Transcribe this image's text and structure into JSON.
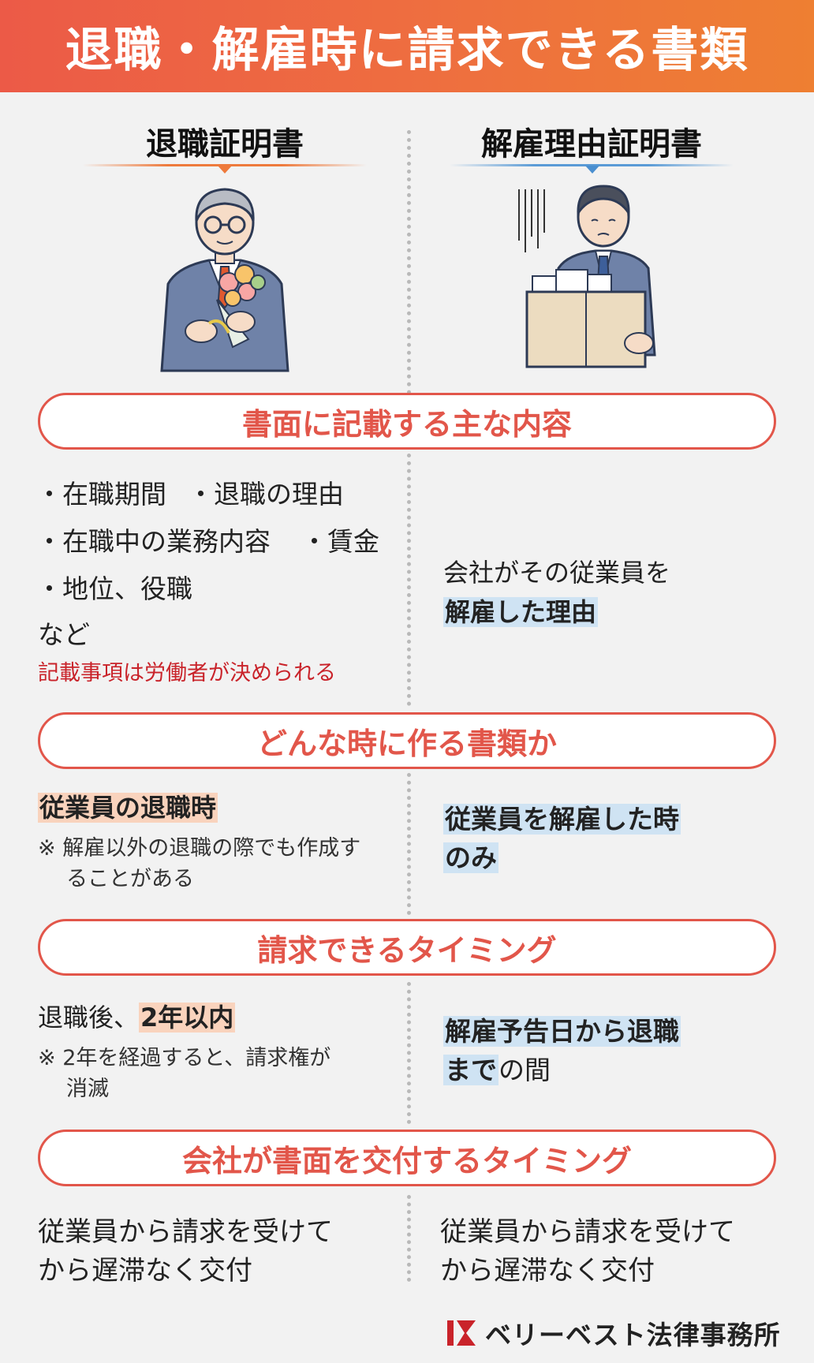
{
  "header": {
    "title": "退職・解雇時に請求できる書類"
  },
  "columns": {
    "left_title": "退職証明書",
    "right_title": "解雇理由証明書"
  },
  "sections": {
    "s1_title": "書面に記載する主な内容",
    "s2_title": "どんな時に作る書類か",
    "s3_title": "請求できるタイミング",
    "s4_title": "会社が書面を交付するタイミング"
  },
  "s1": {
    "left_bullets": [
      "・在職期間",
      "・退職の理由",
      "・在職中の業務内容",
      "・賃金",
      "・地位、役職"
    ],
    "left_etc": "など",
    "left_note": "記載事項は労働者が決められる",
    "right_line1": "会社がその従業員を",
    "right_line2_hl": "解雇した理由"
  },
  "s2": {
    "left_hl": "従業員の退職時",
    "left_note_line1": "※ 解雇以外の退職の際でも作成す",
    "left_note_line2": "ることがある",
    "right_hl_line1": "従業員を解雇した時",
    "right_hl_line2": "のみ"
  },
  "s3": {
    "left_prefix": "退職後、",
    "left_hl": "2年以内",
    "left_note_line1": "※ 2年を経過すると、請求権が",
    "left_note_line2": "消滅",
    "right_hl_line1": "解雇予告日から退職",
    "right_hl_line2": "まで",
    "right_suffix": "の間"
  },
  "s4": {
    "left_line1": "従業員から請求を受けて",
    "left_line2": "から遅滞なく交付",
    "right_line1": "従業員から請求を受けて",
    "right_line2": "から遅滞なく交付"
  },
  "footer": {
    "logo_name": "ベリーベスト法律事務所"
  },
  "colors": {
    "header_start": "#ec5a47",
    "header_end": "#ee7f32",
    "accent_red": "#e2564a",
    "highlight_orange": "#f9d3bd",
    "highlight_blue": "#cfe3f3",
    "note_red": "#c9232a"
  }
}
